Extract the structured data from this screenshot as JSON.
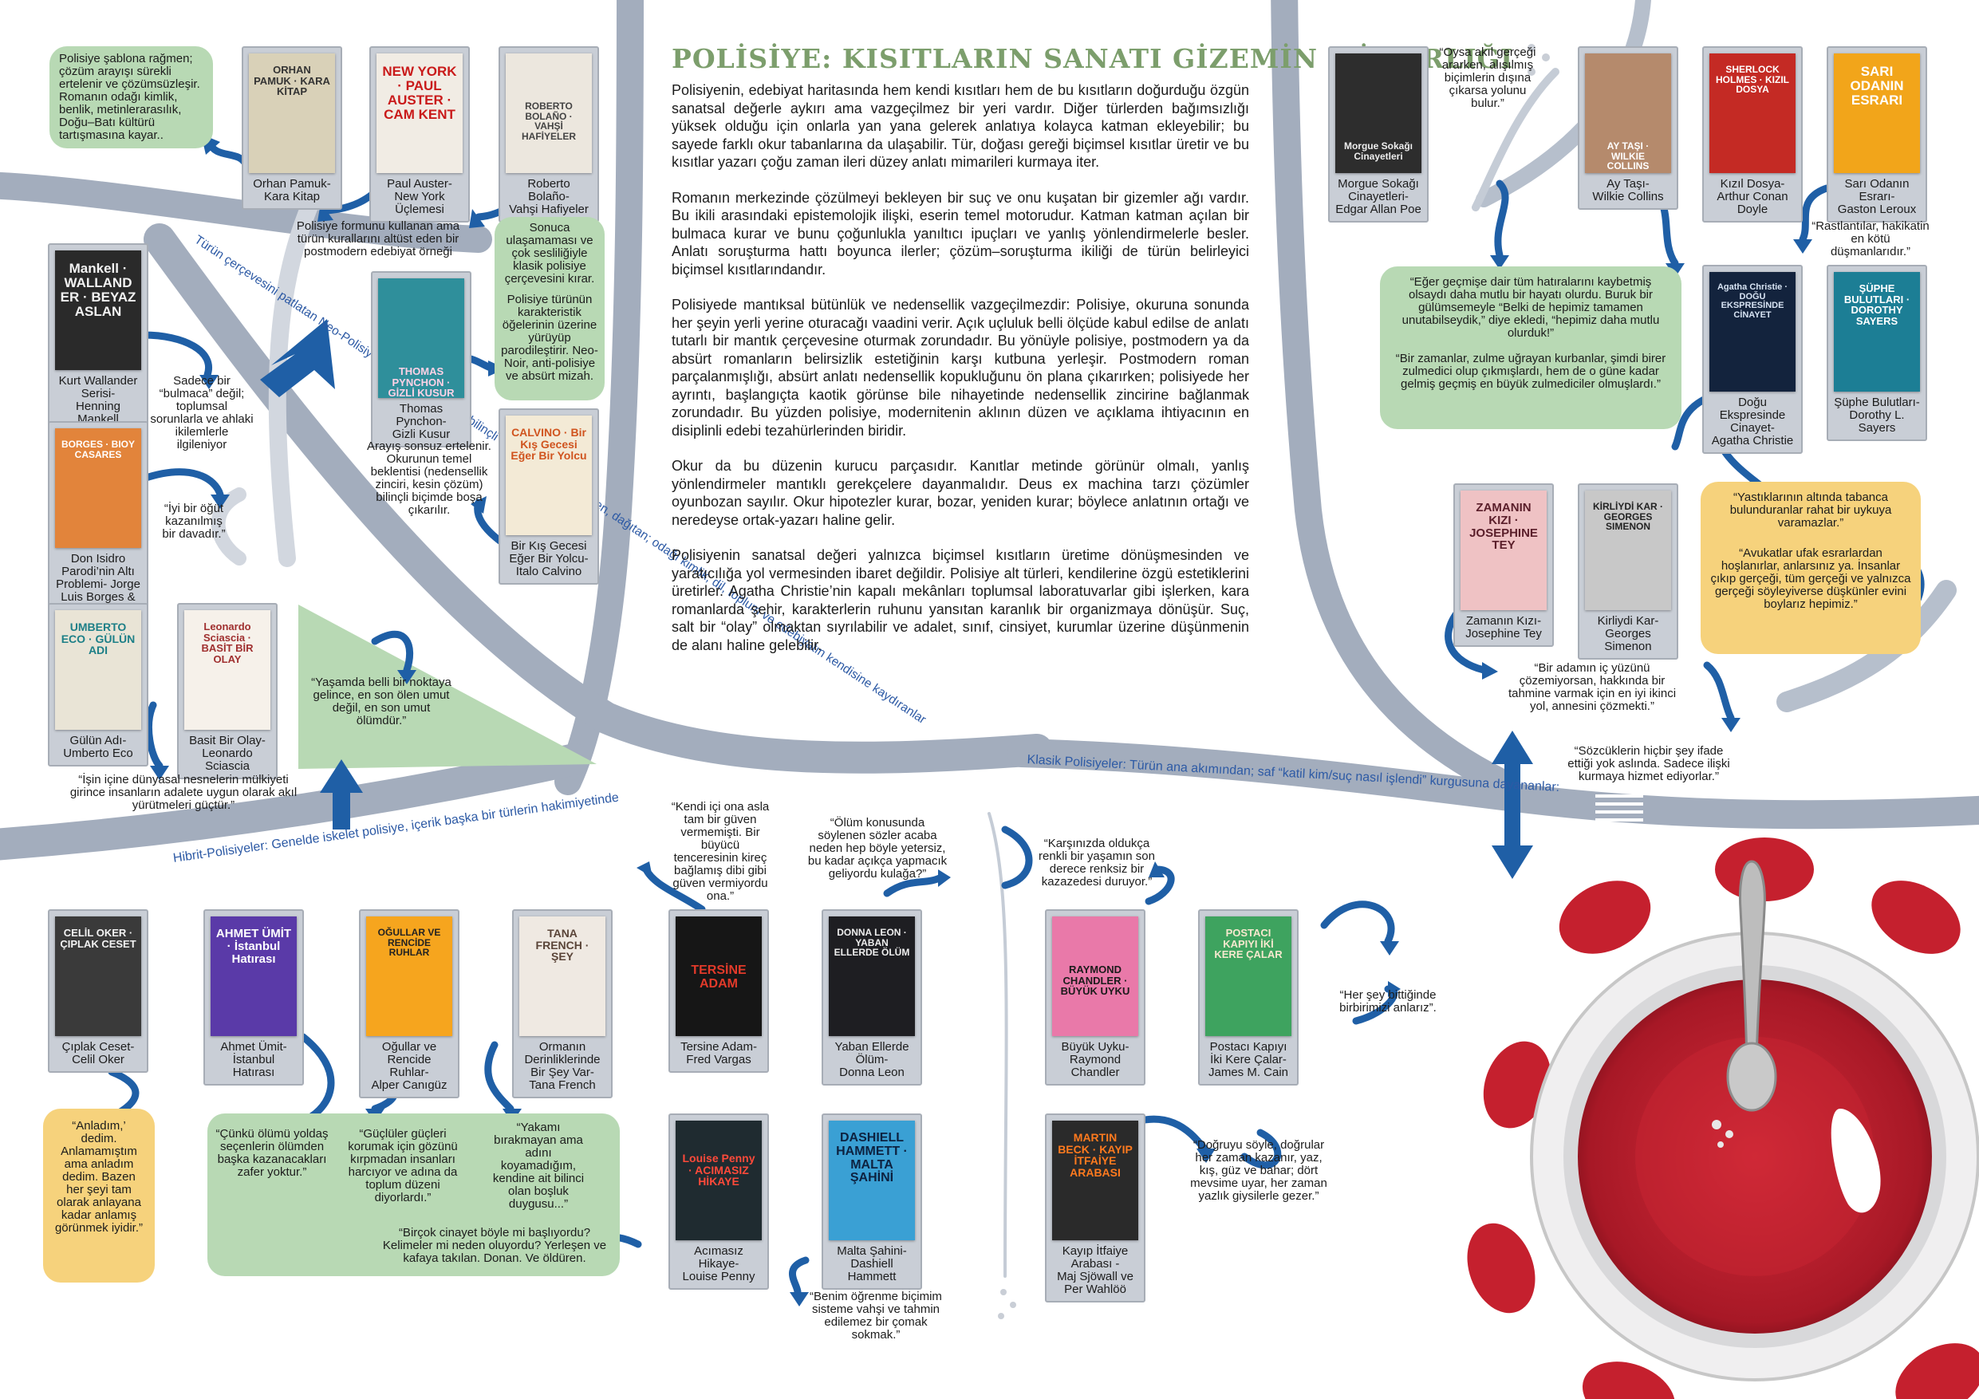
{
  "title": "POLİSİYE: KISITLARIN SANATI GİZEMİN MİMARLIĞI",
  "article": [
    "Polisiyenin, edebiyat haritasında hem kendi kısıtları hem de bu kısıtların doğurduğu özgün sanatsal değerle aykırı ama vazgeçilmez bir yeri vardır. Diğer türlerden bağımsızlığı yüksek olduğu için onlarla yan yana gelerek anlatıya kolayca katman ekleyebilir; bu sayede farklı okur tabanlarına da ulaşabilir. Tür, doğası gereği biçimsel kısıtlar üretir ve bu kısıtlar yazarı çoğu zaman ileri düzey anlatı mimarileri kurmaya iter.",
    "Romanın merkezinde çözülmeyi bekleyen bir suç ve onu kuşatan bir gizemler ağı vardır. Bu ikili arasındaki epistemolojik ilişki, eserin temel motorudur. Katman katman açılan bir bulmaca kurar ve bunu çoğunlukla yanıltıcı ipuçları ve yanlış yönlendirmelerle besler. Anlatı soruşturma hattı boyunca ilerler; çözüm–soruşturma ikiliği de türün belirleyici biçimsel kısıtlarındandır.",
    "Polisiyede mantıksal bütünlük ve nedensellik vazgeçilmezdir: Polisiye, okuruna sonunda her şeyin yerli yerine oturacağı vaadini verir. Açık uçluluk belli ölçüde kabul edilse de anlatı tutarlı bir mantık çerçevesine oturmak zorundadır. Bu yönüyle polisiye, postmodern ya da absürt romanların belirsizlik estetiğinin karşı kutbuna yerleşir. Postmodern roman parçalanmışlığı, absürt anlatı nedensellik kopukluğunu ön plana çıkarırken; polisiyede her ayrıntı, başlangıçta kaotik görünse bile nihayetinde nedensellik zincirine bağlanmak zorundadır. Bu yüzden polisiye, modernitenin aklının düzen ve açıklama ihtiyacının en disiplinli edebi tezahürlerinden biridir.",
    "Okur da bu düzenin kurucu parçasıdır. Kanıtlar metinde görünür olmalı, yanlış yönlendirmeler mantıklı gerekçelere dayanmalıdır. Deus ex machina tarzı çözümler oyunbozan sayılır. Okur hipotezler kurar, bozar, yeniden kurar; böylece anlatının ortağı ve neredeyse ortak-yazarı haline gelir.",
    "Polisiyenin sanatsal değeri yalnızca biçimsel kısıtların üretime dönüşmesinden ve yaratıcılığa yol vermesinden ibaret değildir. Polisiye alt türleri, kendilerine özgü estetiklerini üretirler. Agatha Christie’nin kapalı mekânları toplumsal laboratuvarlar gibi işlerken, kara romanlarda şehir, karakterlerin ruhunu yansıtan karanlık bir organizmaya dönüşür. Suç, salt bir “olay” olmaktan sıyrılabilir ve adalet, sınıf, cinsiyet, kurumlar üzerine düşünmenin de alanı haline gelebilir."
  ],
  "roads": {
    "neo": "Türün çerçevesini patlatan Neo-Polisiyeler: Polisiye kalıbını bilinçli olarak bozan, erteleyen, dağıtan; odağı kimlik, dil, toplum ve edebiyatın kendisine kaydıranlar",
    "hibrit": "Hibrit-Polisiyeler: Genelde iskelet polisiye, içerik başka bir türlerin hakimiyetinde",
    "klasik": "Klasik Polisiyeler: Türün ana akımından; saf “katil kim/suç nasıl işlendi” kurgusuna dayananlar:"
  },
  "books": {
    "pamuk": {
      "cover": "ORHAN PAMUK · KARA KİTAP",
      "label": "Orhan Pamuk-\nKara Kitap"
    },
    "auster": {
      "cover": "NEW YORK · PAUL AUSTER · CAM KENT",
      "label": "Paul Auster-\nNew York\nÜçlemesi"
    },
    "bolano": {
      "cover": "ROBERTO BOLAÑO · VAHŞİ HAFİYELER",
      "label": "Roberto Bolaño-\nVahşi Hafiyeler"
    },
    "mankell": {
      "cover": "Mankell · WALLANDER · BEYAZ ASLAN",
      "label": "Kurt Wallander\nSerisi-\nHenning Mankell"
    },
    "borges": {
      "cover": "BORGES · BIOY CASARES",
      "label": "Don Isidro\nParodi’nin Altı\nProblemi- Jorge\nLuis Borges &\nAdolfo Bioy\nCasares"
    },
    "pynchon": {
      "cover": "THOMAS PYNCHON · GİZLİ KUSUR",
      "label": "Thomas\nPynchon-\nGizli Kusur"
    },
    "calvino": {
      "cover": "CALVINO · Bir Kış Gecesi Eğer Bir Yolcu",
      "label": "Bir Kış Gecesi\nEğer Bir Yolcu-\nItalo Calvino"
    },
    "eco": {
      "cover": "UMBERTO ECO · GÜLÜN ADI",
      "label": "Gülün Adı-\nUmberto Eco"
    },
    "sciascia": {
      "cover": "Leonardo Sciascia · BASİT BİR OLAY",
      "label": "Basit Bir Olay-\nLeonardo\nSciascia"
    },
    "oker": {
      "cover": "CELİL OKER · ÇIPLAK CESET",
      "label": "Çıplak Ceset-\nCelil Oker"
    },
    "umit": {
      "cover": "AHMET ÜMİT · İstanbul Hatırası",
      "label": "Ahmet Ümit-\nİstanbul Hatırası"
    },
    "canigüz": {
      "cover": "OĞULLAR VE RENCİDE RUHLAR",
      "label": "Oğullar ve\nRencide Ruhlar-\nAlper Canıgüz"
    },
    "french": {
      "cover": "TANA FRENCH · ŞEY",
      "label": "Ormanın\nDerinliklerinde\nBir Şey Var-\nTana French"
    },
    "vargas": {
      "cover": "TERSİNE ADAM",
      "label": "Tersine Adam-\nFred Vargas"
    },
    "leon": {
      "cover": "DONNA LEON · YABAN ELLERDE ÖLÜM",
      "label": "Yaban Ellerde\nÖlüm-\nDonna Leon"
    },
    "penny": {
      "cover": "Louise Penny · ACIMASIZ HİKAYE",
      "label": "Acımasız Hikaye-\nLouise Penny"
    },
    "hammett": {
      "cover": "DASHIELL HAMMETT · MALTA ŞAHİNİ",
      "label": "Malta Şahini-\nDashiell\nHammett"
    },
    "chandler": {
      "cover": "RAYMOND CHANDLER · BÜYÜK UYKU",
      "label": "Büyük Uyku-\nRaymond\nChandler"
    },
    "cain": {
      "cover": "POSTACI KAPIYI İKİ KERE ÇALAR",
      "label": "Postacı Kapıyı\nİki Kere Çalar-\nJames M. Cain"
    },
    "sjowall": {
      "cover": "MARTIN BECK · KAYIP İTFAİYE ARABASI",
      "label": "Kayıp İtfaiye\nArabası -\nMaj Sjöwall ve\nPer Wahlöö"
    },
    "poe": {
      "cover": "Morgue Sokağı Cinayetleri",
      "label": "Morgue Sokağı\nCinayetleri-\nEdgar Allan Poe"
    },
    "collins": {
      "cover": "AY TAŞI · WILKIE COLLINS",
      "label": "Ay Taşı-\nWilkie Collins"
    },
    "doyle": {
      "cover": "SHERLOCK HOLMES · KIZIL DOSYA",
      "label": "Kızıl Dosya-\nArthur Conan\nDoyle"
    },
    "leroux": {
      "cover": "SARI ODANIN ESRARI",
      "label": "Sarı Odanın\nEsrarı-\nGaston Leroux"
    },
    "christie": {
      "cover": "Agatha Christie · DOĞU EKSPRESİNDE CİNAYET",
      "label": "Doğu\nEkspresinde\nCinayet-\nAgatha Christie"
    },
    "sayers": {
      "cover": "ŞÜPHE BULUTLARI · DOROTHY SAYERS",
      "label": "Şüphe Bulutları-\nDorothy L.\nSayers"
    },
    "tey": {
      "cover": "ZAMANIN KIZI · JOSEPHINE TEY",
      "label": "Zamanın Kızı-\nJosephine Tey"
    },
    "simenon": {
      "cover": "KİRLİYDİ KAR · GEORGES SIMENON",
      "label": "Kirliydi Kar-\nGeorges\nSimenon"
    }
  },
  "quotes": {
    "pamuk": "Polisiye şablona rağmen; çözüm arayışı sürekli ertelenir ve çözümsüzleşir. Romanın odağı kimlik, benlik, metinlerarasılık, Doğu–Batı kültürü tartışmasına kayar..",
    "auster": "Polisiye formunu kullanan ama türün kurallarını altüst eden bir postmodern edebiyat örneği",
    "bolano": "Sonuca ulaşamaması ve çok sesliliğiyle klasik polisiye çerçevesini kırar.",
    "pynchon": "Polisiye türünün karakteristik öğelerinin üzerine yürüyüp parodileştirir. Neo-Noir, anti-polisiye ve absürt mizah.",
    "mankell": "Sadece bir “bulmaca” değil; toplumsal sorunlarla ve ahlaki ikilemlerle ilgileniyor",
    "borges": "“İyi bir öğüt kazanılmış bir davadır.”",
    "calvino": "Arayış sonsuz ertelenir. Okurunun temel beklentisi (nedensellik zinciri, kesin çözüm) bilinçli biçimde boşa çıkarılır.",
    "sciascia": "“Yaşamda belli bir noktaya gelince, en son ölen umut değil, en son umut ölümdür.”",
    "eco": "“İşin içine dünyasal nesnelerin mülkiyeti girince insanların adalete uygun olarak akıl yürütmeleri güçtür.”",
    "vargas": "“Kendi içi ona asla tam bir güven vermemişti. Bir büyücü tenceresinin kireç bağlamış dibi gibi güven vermiyordu ona.”",
    "leon": "“Ölüm konusunda söylenen sözler acaba neden hep böyle yetersiz, bu kadar açıkça yapmacık geliyordu kulağa?”",
    "chandler": "“Karşınızda oldukça renkli bir yaşamın son derece renksiz bir kazazedesi duruyor.”",
    "cain": "“Her şey bittiğinde birbirimizi anlarız”.",
    "oker": "“Anladım,’ dedim. Anlamamıştım ama anladım dedim. Bazen her şeyi tam olarak anlayana kadar anlamış görünmek iyidir.”",
    "umit": "“Çünkü ölümü yoldaş seçenlerin ölümden başka kazanacakları zafer yoktur.”",
    "canigüz": "“Güçlüler güçleri korumak için gözünü kırpmadan insanları harcıyor ve adına da toplum düzeni diyorlardı.”",
    "french": "“Yakamı bırakmayan ama adını koyamadığım, kendine ait bilinci olan boşluk duygusu...”",
    "penny": "“Birçok cinayet böyle mi başlıyordu? Kelimeler mi neden oluyordu? Yerleşen ve kafaya takılan. Donan. Ve öldüren.",
    "hammett": "“Benim öğrenme biçimim sisteme vahşi ve tahmin edilemez bir çomak sokmak.”",
    "sjowall": "“Doğruyu söyle, doğrular her zaman kazanır, yaz, kış, güz ve bahar; dört mevsime uyar, her zaman yazlık giysilerle gezer.”",
    "poe": "“Oysa akıl gerçeği ararken, alışılmış biçimlerin dışına çıkarsa yolunu bulur.”",
    "collins": "“Eğer geçmişe dair tüm hatıralarını kaybetmiş olsaydı daha mutlu bir hayatı olurdu. Buruk bir gülümsemeyle “Belki de hepimiz tamamen unutabilseydik,” diye ekledi, “hepimiz daha mutlu olurduk!”",
    "christie": "“Bir zamanlar, zulme uğrayan kurbanlar, şimdi birer zulmedici olup çıkmışlardı, hem de o güne kadar gelmiş geçmiş en büyük zulmediciler olmuşlardı.”",
    "leroux": "“Rastlantılar, hakikatin en kötü düşmanlarıdır.”",
    "sayers1": "“Yastıklarının altında tabanca bulunduranlar rahat bir uykuya varamazlar.”",
    "sayers2": "“Avukatlar ufak esrarlardan hoşlanırlar, anlarsınız ya. İnsanlar çıkıp gerçeği, tüm gerçeği ve yalnızca gerçeği söyleyiverse düşkünler evini boylarız hepimiz.”",
    "tey": "“Bir adamın iç yüzünü çözemiyorsan, hakkında bir tahmine varmak için en iyi ikinci yol, annesini çözmekti.”",
    "simenon": "“Sözcüklerin hiçbir şey ifade ettiği yok aslında. Sadece ilişki kurmaya hizmet ediyorlar.”"
  },
  "colors": {
    "road": "#a3adbd",
    "road_dark": "#8f9aac",
    "arrow": "#1f5fa6",
    "green_box": "#b8d9b4",
    "yellow_box": "#f6d27c",
    "title_green": "#7c9e6c",
    "cup_red": "#c5202e",
    "label_blue": "#2d5aa5"
  }
}
